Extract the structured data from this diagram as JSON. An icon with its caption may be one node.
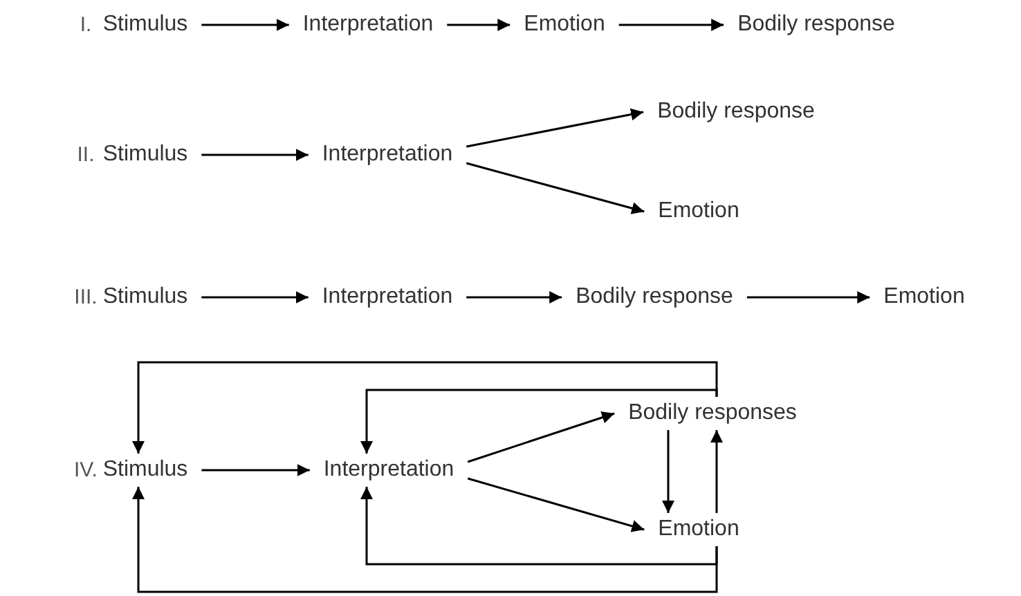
{
  "diagram": {
    "nodes": [
      {
        "text": [
          "Stimulus"
        ]
      },
      {
        "text": [
          "Interpretation"
        ]
      },
      {
        "text": [
          "Emotion"
        ]
      },
      {
        "text": [
          "Bodily response"
        ]
      },
      {
        "text": [
          "Stimulus"
        ]
      },
      {
        "text": [
          "Interpretation"
        ]
      },
      {
        "text": [
          "Bodily response"
        ]
      },
      {
        "text": [
          "Emotion"
        ]
      },
      {
        "text": [
          "Stimulus"
        ]
      },
      {
        "text": [
          "Interpretation"
        ]
      },
      {
        "text": [
          "Bodily response"
        ]
      },
      {
        "text": [
          "Emotion"
        ]
      },
      {
        "text": [
          "Stimulus"
        ]
      },
      {
        "text": [
          "Interpretation"
        ]
      },
      {
        "text": [
          "Bodily responses"
        ]
      },
      {
        "text": [
          "Emotion"
        ]
      }
    ],
    "edges": [
      {
        "from": 0,
        "to": 1,
        "arrow": "to"
      },
      {
        "from": 1,
        "to": 2,
        "arrow": "to"
      },
      {
        "from": 2,
        "to": 3,
        "arrow": "to"
      },
      {
        "from": 4,
        "to": 5,
        "arrow": "to"
      },
      {
        "from": 5,
        "to": 6,
        "arrow": "to"
      },
      {
        "from": 5,
        "to": 7,
        "arrow": "to"
      },
      {
        "from": 8,
        "to": 9,
        "arrow": "to"
      },
      {
        "from": 9,
        "to": 10,
        "arrow": "to"
      },
      {
        "from": 10,
        "to": 11,
        "arrow": "to"
      },
      {
        "from": 12,
        "to": 13,
        "arrow": "to"
      },
      {
        "from": 13,
        "to": 14,
        "arrow": "to"
      },
      {
        "from": 13,
        "to": 15,
        "arrow": "to"
      },
      {
        "from": 14,
        "to": 15,
        "arrow": "to"
      },
      {
        "from": 15,
        "to": 14,
        "arrow": "to"
      },
      {
        "from": 14,
        "to": 13,
        "arrow": "to"
      },
      {
        "from": 14,
        "to": 12,
        "arrow": "to"
      },
      {
        "from": 15,
        "to": 13,
        "arrow": "to"
      },
      {
        "from": 15,
        "to": 12,
        "arrow": "to"
      }
    ],
    "labels": [
      "I.",
      "II.",
      "III.",
      "IV."
    ]
  }
}
